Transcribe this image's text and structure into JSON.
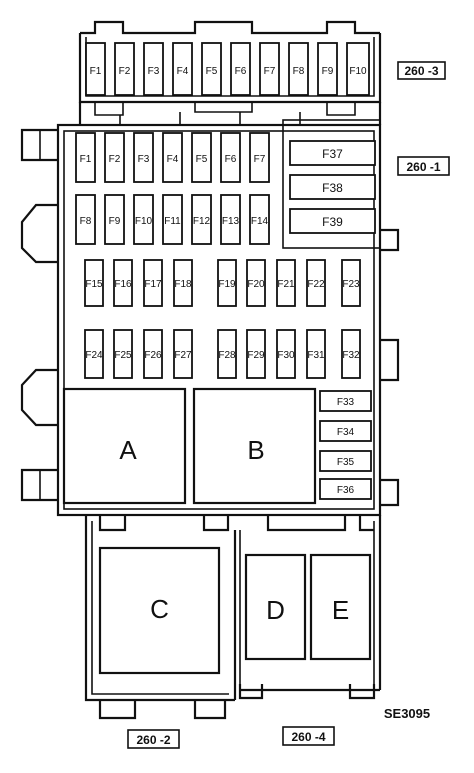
{
  "connector_labels": {
    "c1": "260 -3",
    "c2": "260 -1",
    "c3": "260 -2",
    "c4": "260 -4"
  },
  "figure_code": "SE3095",
  "fuses": {
    "top_row": [
      "F1",
      "F2",
      "F3",
      "F4",
      "F5",
      "F6",
      "F7",
      "F8",
      "F9",
      "F10"
    ],
    "main_row1": [
      "F1",
      "F2",
      "F3",
      "F4",
      "F5",
      "F6",
      "F7"
    ],
    "main_row2": [
      "F8",
      "F9",
      "F10",
      "F11",
      "F12",
      "F13",
      "F14"
    ],
    "main_row3": [
      "F15",
      "F16",
      "F17",
      "F18",
      "F19",
      "F20",
      "F21",
      "F22",
      "F23"
    ],
    "main_row4": [
      "F24",
      "F25",
      "F26",
      "F27",
      "F28",
      "F29",
      "F30",
      "F31",
      "F32"
    ],
    "wide_upper": [
      "F37",
      "F38",
      "F39"
    ],
    "wide_lower": [
      "F33",
      "F34",
      "F35",
      "F36"
    ]
  },
  "relays": {
    "a": "A",
    "b": "B",
    "c": "C",
    "d": "D",
    "e": "E"
  }
}
